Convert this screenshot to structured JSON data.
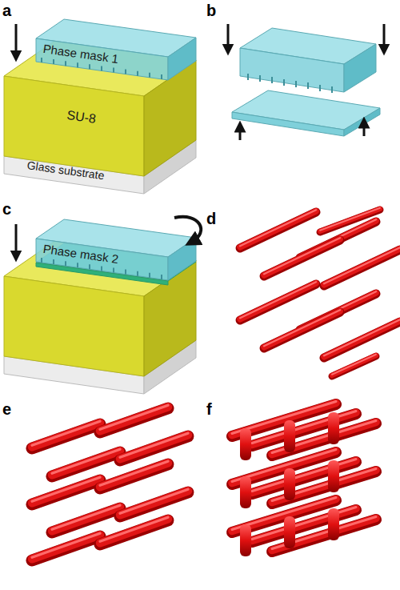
{
  "diagram": {
    "labels": [
      "a",
      "Phase mask 1",
      "SU-8",
      "Glass substrate",
      "b",
      "c",
      "Phase mask 2",
      "d",
      "e",
      "f"
    ]
  }
}
